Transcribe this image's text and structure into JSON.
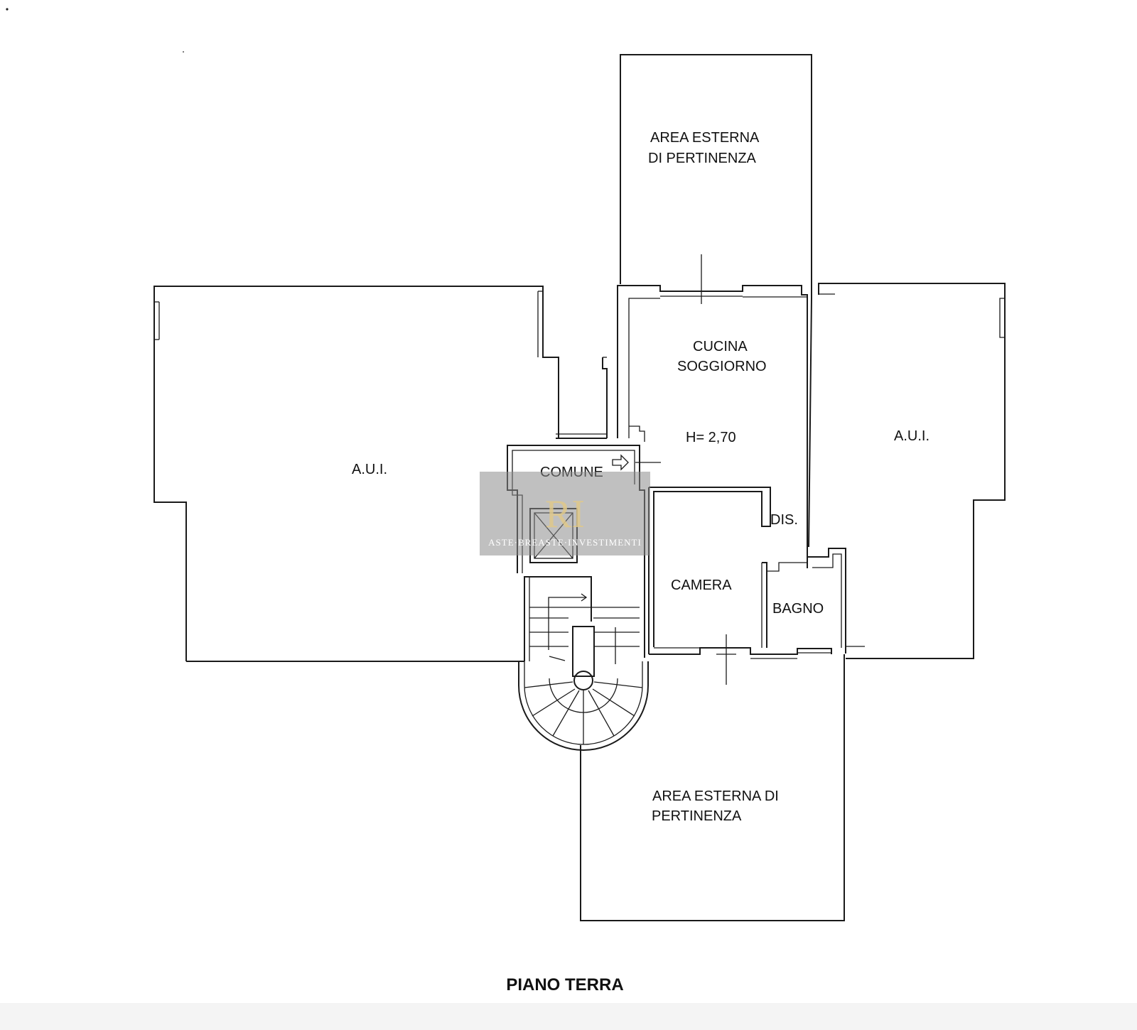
{
  "plan": {
    "title": "PIANO TERRA",
    "rooms": {
      "area_north": [
        "AREA ESTERNA",
        "DI PERTINENZA"
      ],
      "area_south": [
        "AREA ESTERNA DI",
        "PERTINENZA"
      ],
      "aui_west": "A.U.I.",
      "aui_east": "A.U.I.",
      "cucina": [
        "CUCINA",
        "SOGGIORNO"
      ],
      "height": "H= 2,70",
      "comune": "COMUNE",
      "dis": "DIS.",
      "camera": "CAMERA",
      "bagno": "BAGNO"
    }
  },
  "watermark": {
    "letters": "RI",
    "text": "ASTE·BREASTE·INVESTIMENTI"
  }
}
